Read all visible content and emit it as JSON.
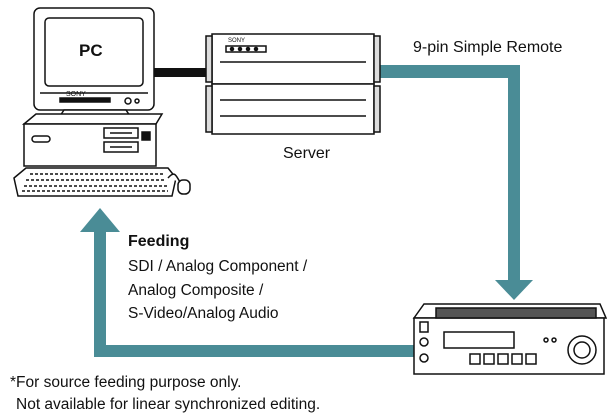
{
  "pc": {
    "label": "PC",
    "brand": "SONY"
  },
  "server": {
    "label": "Server",
    "brand": "SONY"
  },
  "connection": {
    "label": "9-pin Simple Remote"
  },
  "feeding": {
    "title": "Feeding",
    "lines": [
      "SDI / Analog Component /",
      "Analog Composite /",
      "S-Video/Analog Audio"
    ]
  },
  "footnote": {
    "line1": "*For source feeding purpose only.",
    "line2": "Not available for linear synchronized editing."
  },
  "colors": {
    "arrow": "#4a8c96",
    "outline": "#111111"
  }
}
